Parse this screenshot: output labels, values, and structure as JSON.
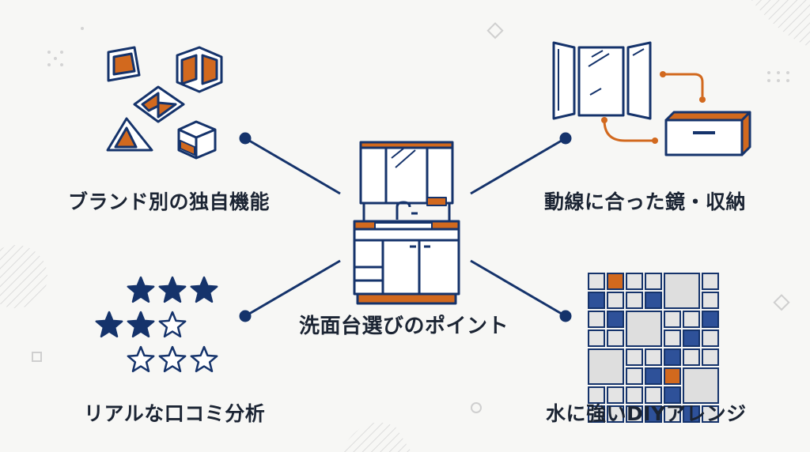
{
  "center": {
    "label": "洗面台選びのポイント"
  },
  "points": [
    {
      "label": "ブランド別の独自機能"
    },
    {
      "label": "動線に合った鏡・収納"
    },
    {
      "label": "リアルな口コミ分析"
    },
    {
      "label": "水に強いDIYアレンジ"
    }
  ],
  "colors": {
    "navy": "#15336b",
    "orange": "#d2691e",
    "text": "#1b2433",
    "background": "#f7f7f5"
  },
  "icons": {
    "center": "vanity-cabinet-icon",
    "brand": "brand-blocks-icon",
    "mirror": "mirror-storage-icon",
    "reviews": "star-rating-icon",
    "diy": "tile-mosaic-icon"
  },
  "reviews_rating": {
    "filled_stars": 5,
    "total_stars": 9
  }
}
